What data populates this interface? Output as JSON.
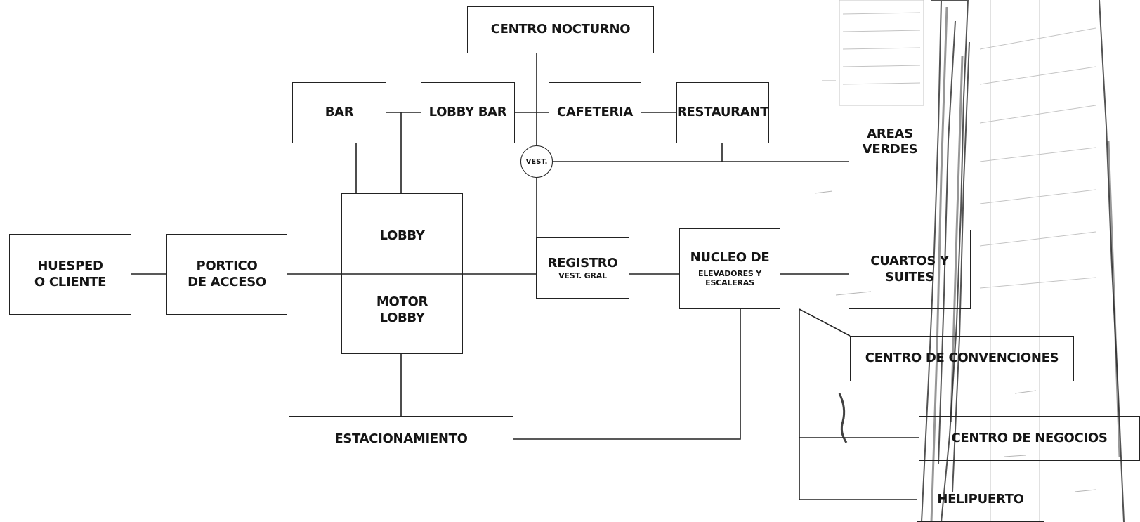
{
  "nodes": {
    "huesped": {
      "line1": "HUESPED",
      "line2": "O CLIENTE"
    },
    "portico": {
      "line1": "PORTICO",
      "line2": "DE ACCESO"
    },
    "bar": {
      "label": "BAR"
    },
    "lobby_bar": {
      "label": "LOBBY BAR"
    },
    "centro_nocturno": {
      "label": "CENTRO NOCTURNO"
    },
    "cafeteria": {
      "label": "CAFETERIA"
    },
    "restaurant": {
      "label": "RESTAURANT"
    },
    "areas_verdes": {
      "line1": "AREAS",
      "line2": "VERDES"
    },
    "lobby": {
      "label": "LOBBY",
      "motor_line1": "MOTOR",
      "motor_line2": "LOBBY"
    },
    "vest": {
      "label": "VEST."
    },
    "registro": {
      "line1": "REGISTRO",
      "line2": "VEST. GRAL"
    },
    "nucleo": {
      "line1": "NUCLEO DE",
      "line2": "ELEVADORES Y ESCALERAS"
    },
    "cuartos": {
      "line1": "CUARTOS Y",
      "line2": "SUITES"
    },
    "convenciones": {
      "label": "CENTRO DE CONVENCIONES"
    },
    "estacionamiento": {
      "label": "ESTACIONAMIENTO"
    },
    "negocios": {
      "label": "CENTRO DE NEGOCIOS"
    },
    "helipuerto": {
      "label": "HELIPUERTO"
    }
  }
}
